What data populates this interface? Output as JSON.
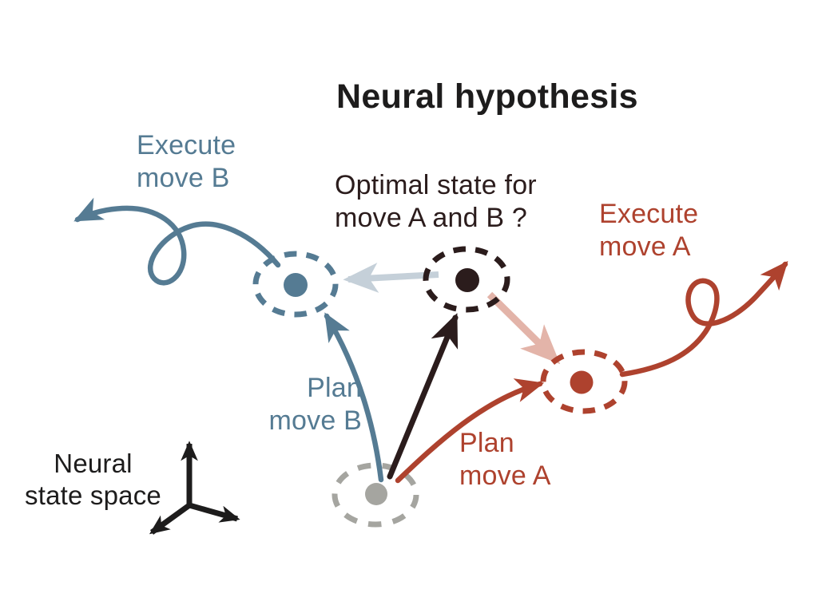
{
  "title": "Neural hypothesis",
  "labels": {
    "execute_move_b": "Execute\nmove B",
    "optimal_state": "Optimal state for\nmove A and B ?",
    "execute_move_a": "Execute\nmove A",
    "plan_move_b": "Plan\nmove B",
    "plan_move_a": "Plan\nmove A",
    "neural_state_space": "Neural\nstate space"
  },
  "colors": {
    "blue": "#557b93",
    "light_blue": "#c5d0d9",
    "red": "#ae422e",
    "pink": "#e3b4a9",
    "dark": "#2b1c1c",
    "gray": "#a5a5a0",
    "ink": "#1d1c1c"
  },
  "nodes": [
    {
      "id": "initial-state",
      "color": "gray"
    },
    {
      "id": "optimal-state",
      "color": "dark"
    },
    {
      "id": "plan-b-state",
      "color": "blue"
    },
    {
      "id": "plan-a-state",
      "color": "red"
    }
  ],
  "arrows": [
    {
      "id": "plan-move-b-arrow",
      "from": "initial-state",
      "to": "plan-b-state",
      "color": "blue"
    },
    {
      "id": "plan-optimal-arrow",
      "from": "initial-state",
      "to": "optimal-state",
      "color": "dark"
    },
    {
      "id": "plan-move-a-arrow",
      "from": "initial-state",
      "to": "plan-a-state",
      "color": "red"
    },
    {
      "id": "optimal-to-b-arrow",
      "from": "optimal-state",
      "to": "plan-b-state",
      "color": "light_blue"
    },
    {
      "id": "optimal-to-a-arrow",
      "from": "optimal-state",
      "to": "plan-a-state",
      "color": "pink"
    },
    {
      "id": "execute-move-b-trajectory",
      "from": "plan-b-state",
      "style": "loop",
      "color": "blue"
    },
    {
      "id": "execute-move-a-trajectory",
      "from": "plan-a-state",
      "style": "loop",
      "color": "red"
    }
  ]
}
